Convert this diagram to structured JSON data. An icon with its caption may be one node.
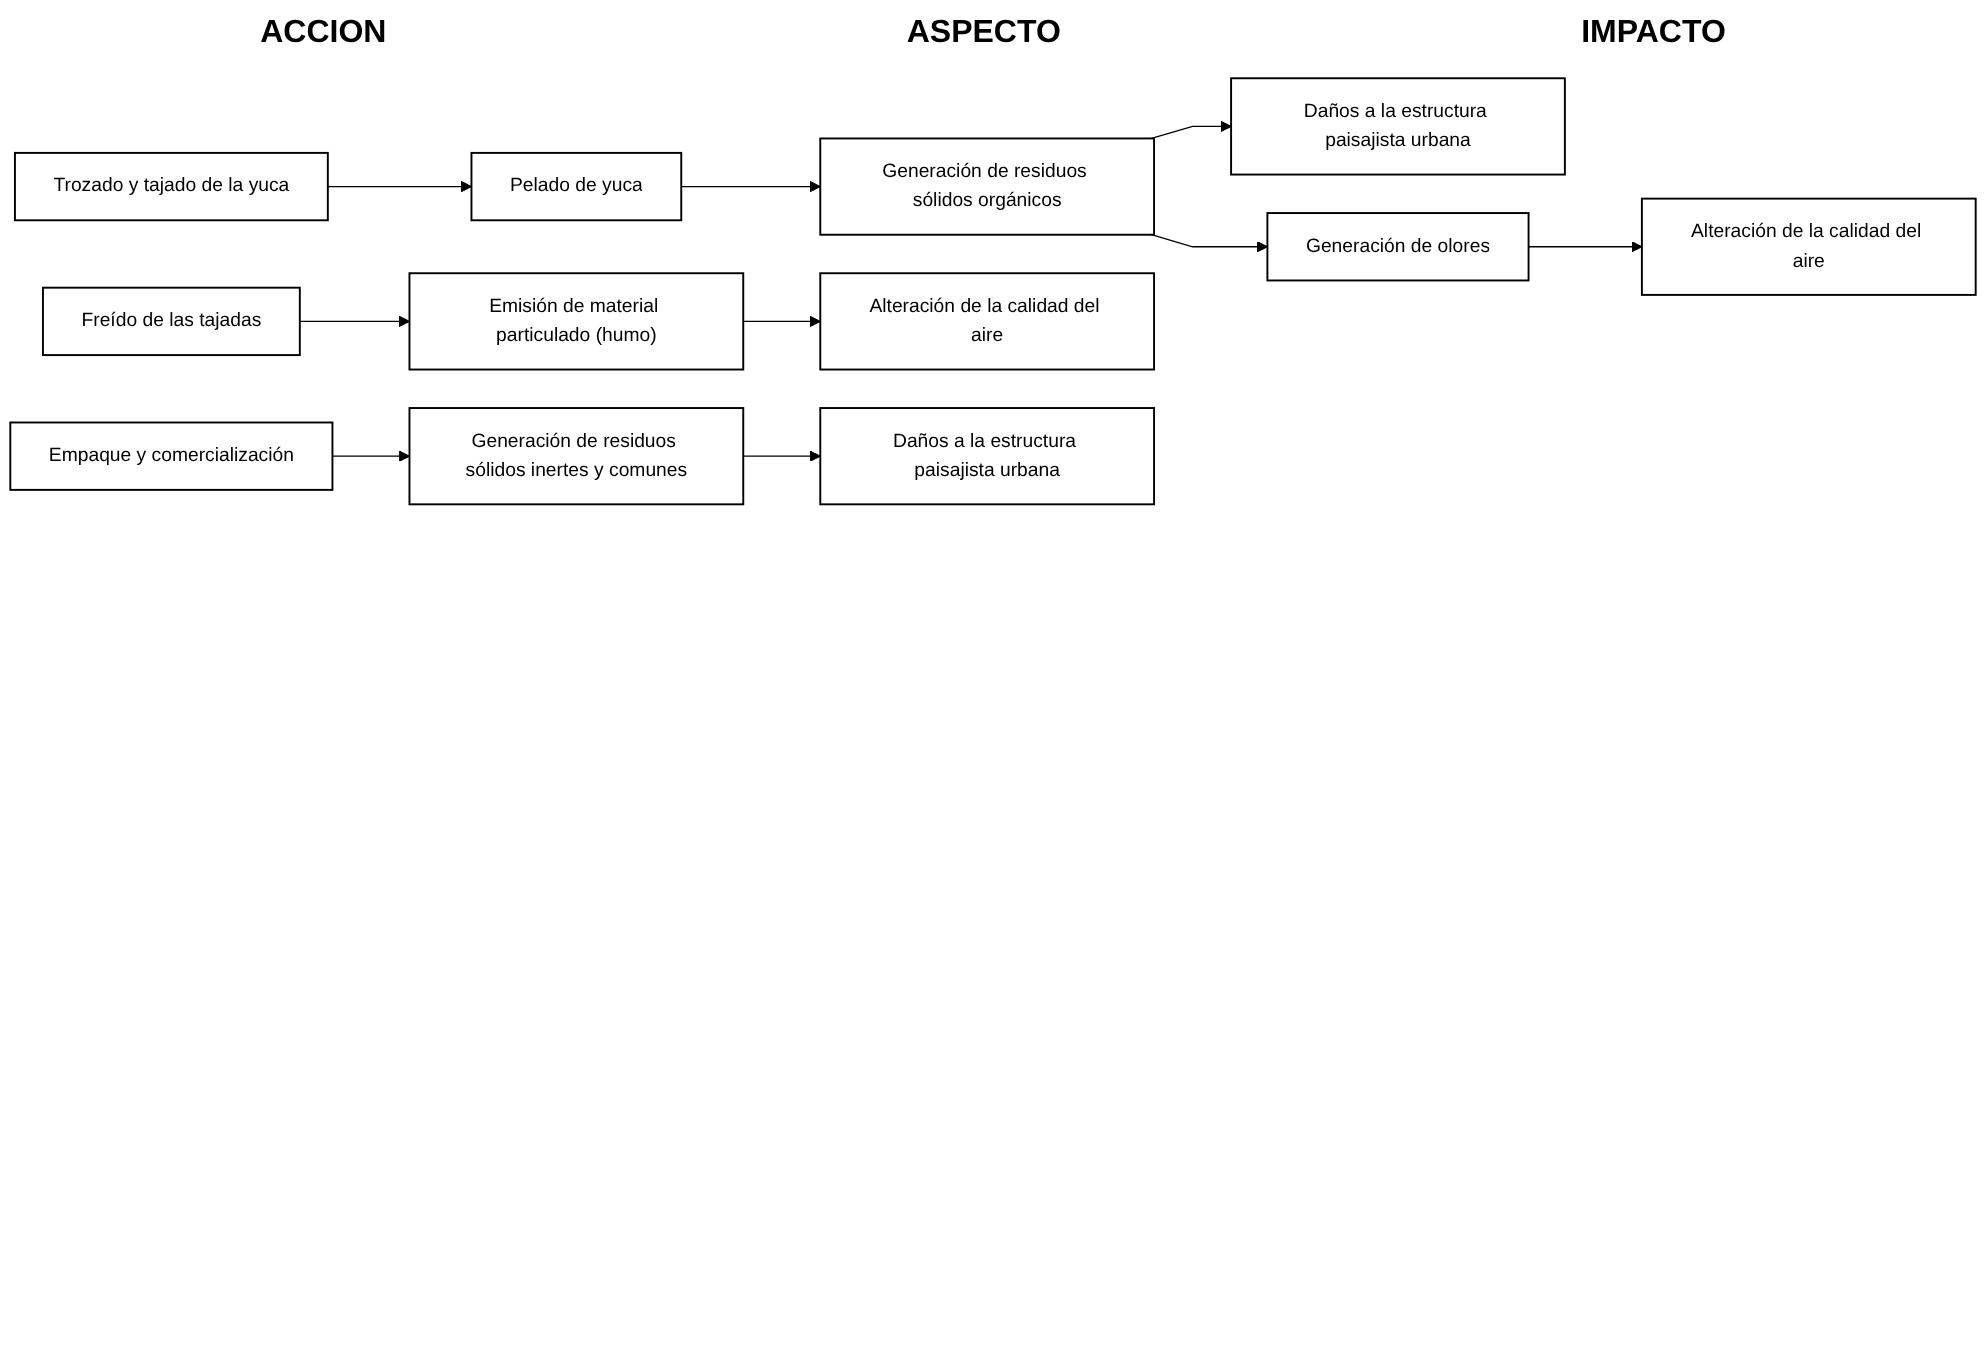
{
  "diagram": {
    "nodes": [
      {
        "text": [
          "Pelado de yuca"
        ]
      },
      {
        "text": [
          "Generación de residuos sólidos orgánicos"
        ]
      },
      {
        "text": [
          "Daños a la estructura paisajista urbana"
        ]
      },
      {
        "text": [
          "Generación de olores"
        ]
      },
      {
        "text": [
          "Alteración de la calidad del aire"
        ]
      },
      {
        "text": [
          "Trozado y tajado de la yuca"
        ]
      },
      {
        "text": [
          "Freído de las tajadas"
        ]
      },
      {
        "text": [
          "Emisión de material particulado (humo)"
        ]
      },
      {
        "text": [
          "Alteración de la calidad del aire"
        ]
      },
      {
        "text": [
          "Empaque y comercialización"
        ]
      },
      {
        "text": [
          "Generación de residuos sólidos inertes y comunes"
        ]
      },
      {
        "text": [
          "Daños a la estructura paisajista urbana"
        ]
      }
    ],
    "edges": [
      {
        "from": 0,
        "to": 1,
        "arrow": "to"
      },
      {
        "from": 1,
        "to": 2,
        "arrow": "to"
      },
      {
        "from": 1,
        "to": 3,
        "arrow": "to"
      },
      {
        "from": 3,
        "to": 4,
        "arrow": "to"
      },
      {
        "from": 5,
        "to": 0,
        "arrow": "to"
      },
      {
        "from": 6,
        "to": 7,
        "arrow": "to"
      },
      {
        "from": 7,
        "to": 8,
        "arrow": "to"
      },
      {
        "from": 9,
        "to": 10,
        "arrow": "to"
      },
      {
        "from": 10,
        "to": 11,
        "arrow": "to"
      }
    ],
    "labels": [
      "ACCION",
      "ASPECTO",
      "IMPACTO"
    ]
  }
}
